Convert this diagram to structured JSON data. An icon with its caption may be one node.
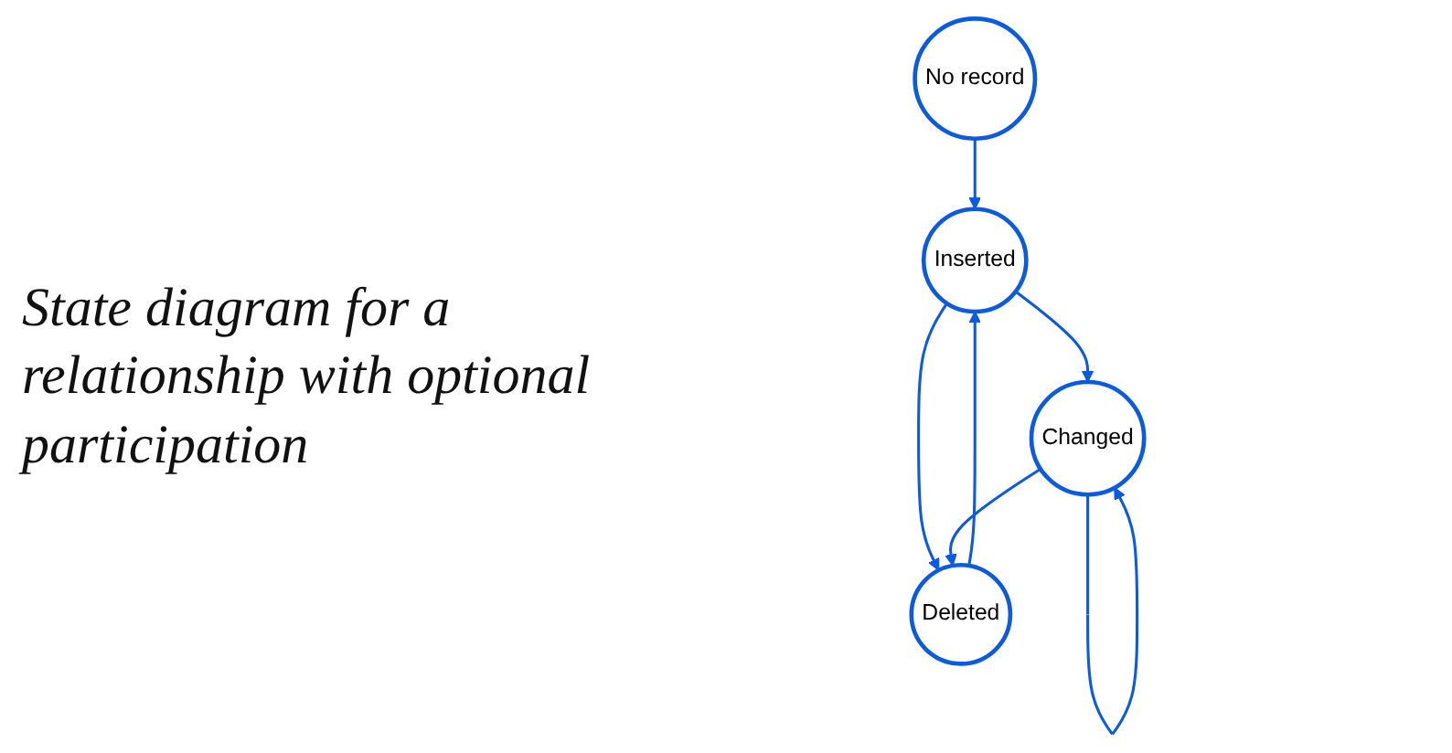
{
  "diagram": {
    "nodes": [
      {
        "text": [
          "Inserted"
        ]
      },
      {
        "text": [
          "Deleted"
        ]
      },
      {
        "text": [
          "No record"
        ]
      },
      {
        "text": [
          "Changed"
        ]
      }
    ],
    "edges": [
      {
        "from": 1,
        "to": 0,
        "arrow": "to"
      },
      {
        "from": 0,
        "to": 1,
        "arrow": "to"
      },
      {
        "from": 0,
        "to": 3,
        "arrow": "to"
      },
      {
        "from": 3,
        "to": 1,
        "arrow": "to"
      },
      {
        "from": 2,
        "to": 0,
        "arrow": "to"
      },
      {
        "from": 3,
        "to": 3,
        "arrow": "to"
      }
    ],
    "labels": [
      "State diagram for a relationship with optional participation"
    ]
  }
}
